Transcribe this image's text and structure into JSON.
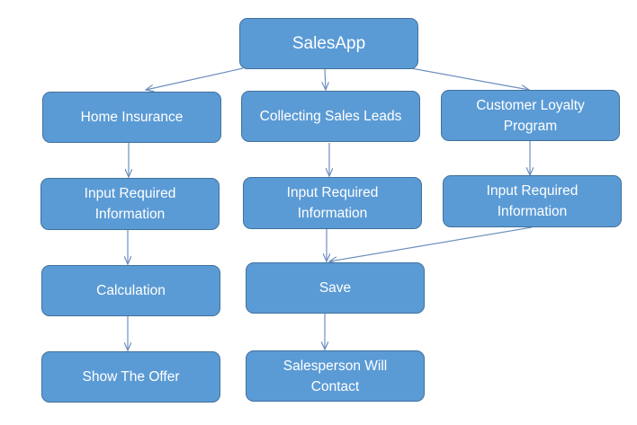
{
  "diagram": {
    "root": "SalesApp",
    "branches": {
      "home_insurance": {
        "title": "Home Insurance",
        "steps": [
          "Input Required\nInformation",
          "Calculation",
          "Show The Offer"
        ]
      },
      "sales_leads": {
        "title": "Collecting Sales Leads",
        "steps": [
          "Input Required\nInformation",
          "Save",
          "Salesperson Will\nContact"
        ]
      },
      "loyalty": {
        "title": "Customer Loyalty\nProgram",
        "steps": [
          "Input Required\nInformation"
        ]
      }
    },
    "colors": {
      "box_fill": "#5b9bd5",
      "box_border": "#41719c",
      "connector": "#6d8fbf",
      "text": "#ffffff"
    }
  }
}
